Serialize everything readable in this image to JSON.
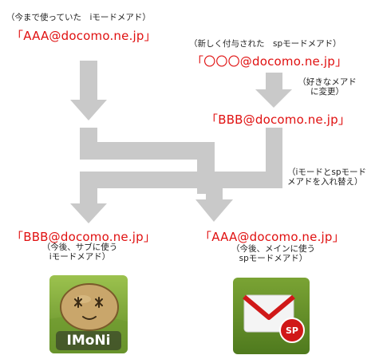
{
  "top_left": {
    "note": "（今まで使っていた　iモードメアド）",
    "address": "「AAA@docomo.ne.jp」"
  },
  "top_right": {
    "note": "（新しく付与された　spモードメアド）",
    "address": "「〇〇〇@docomo.ne.jp」",
    "change_note_line1": "（好きなメアド",
    "change_note_line2": "に変更）",
    "changed_address": "「BBB@docomo.ne.jp」"
  },
  "swap_note": {
    "line1": "（iモードとspモード",
    "line2": "メアドを入れ替え）"
  },
  "result_left": {
    "address": "「BBB@docomo.ne.jp」",
    "note_line1": "（今後、サブに使う",
    "note_line2": "iモードメアド）",
    "app_label": "IMoNi"
  },
  "result_right": {
    "address": "「AAA@docomo.ne.jp」",
    "note_line1": "（今後、メインに使う",
    "note_line2": "spモードメアド）",
    "app_badge": "SP"
  },
  "colors": {
    "accent_red": "#e01010",
    "arrow_gray": "#c9c9c9",
    "icon_green": "#7fa63a"
  },
  "icons": {
    "left_app": "potato-face-icon",
    "right_app": "envelope-mail-icon"
  }
}
